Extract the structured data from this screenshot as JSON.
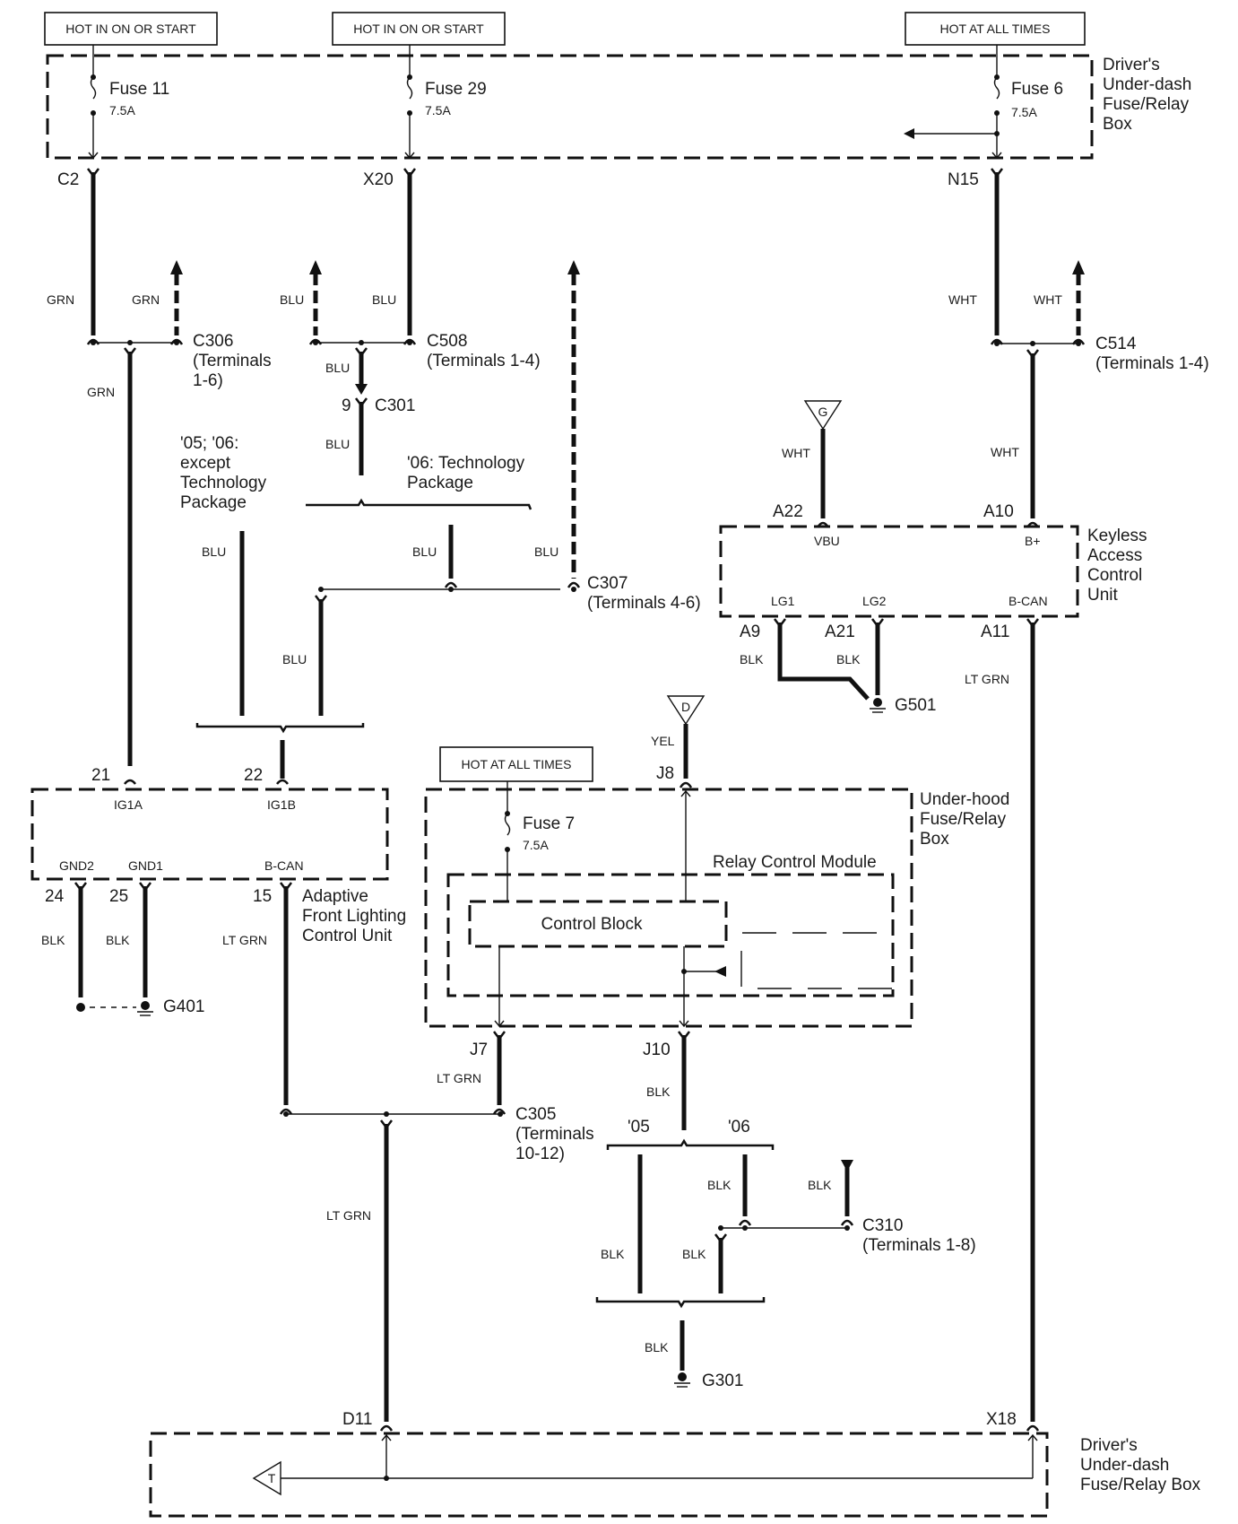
{
  "power_labels": {
    "hot_on_start_1": "HOT IN ON OR START",
    "hot_on_start_2": "HOT IN ON OR START",
    "hot_all_times_1": "HOT AT ALL TIMES",
    "hot_all_times_2": "HOT AT ALL TIMES"
  },
  "fuses": {
    "f11": {
      "name": "Fuse 11",
      "rating": "7.5A"
    },
    "f29": {
      "name": "Fuse 29",
      "rating": "7.5A"
    },
    "f6": {
      "name": "Fuse 6",
      "rating": "7.5A"
    },
    "f7": {
      "name": "Fuse 7",
      "rating": "7.5A"
    }
  },
  "components": {
    "driver_box_top": [
      "Driver's",
      "Under-dash",
      "Fuse/Relay",
      "Box"
    ],
    "driver_box_bottom": [
      "Driver's",
      "Under-dash",
      "Fuse/Relay Box"
    ],
    "keyless": [
      "Keyless",
      "Access",
      "Control",
      "Unit"
    ],
    "afl": [
      "Adaptive",
      "Front Lighting",
      "Control Unit"
    ],
    "underhood": [
      "Under-hood",
      "Fuse/Relay",
      "Box"
    ],
    "relay_module": "Relay Control Module",
    "control_block": "Control Block"
  },
  "terminals": {
    "C2": "C2",
    "X20": "X20",
    "N15": "N15",
    "A22": "A22",
    "A10": "A10",
    "A9": "A9",
    "A21": "A21",
    "A11": "A11",
    "t21": "21",
    "t22": "22",
    "t24": "24",
    "t25": "25",
    "t15": "15",
    "J8": "J8",
    "J7": "J7",
    "J10": "J10",
    "D11": "D11",
    "X18": "X18",
    "t9": "9"
  },
  "pins": {
    "VBU": "VBU",
    "Bplus": "B+",
    "LG1": "LG1",
    "LG2": "LG2",
    "BCAN_k": "B-CAN",
    "IG1A": "IG1A",
    "IG1B": "IG1B",
    "GND2": "GND2",
    "GND1": "GND1",
    "BCAN_a": "B-CAN"
  },
  "connectors": {
    "C306": {
      "name": "C306",
      "terms": [
        "(Terminals",
        "1-6)"
      ]
    },
    "C508": {
      "name": "C508",
      "terms": [
        "(Terminals 1-4)"
      ]
    },
    "C301": {
      "name": "C301"
    },
    "C514": {
      "name": "C514",
      "terms": [
        "(Terminals 1-4)"
      ]
    },
    "C307": {
      "name": "C307",
      "terms": [
        "(Terminals 4-6)"
      ]
    },
    "C305": {
      "name": "C305",
      "terms": [
        "(Terminals",
        "10-12)"
      ]
    },
    "C310": {
      "name": "C310",
      "terms": [
        "(Terminals 1-8)"
      ]
    }
  },
  "grounds": {
    "G501": "G501",
    "G401": "G401",
    "G301": "G301"
  },
  "refs": {
    "G": "G",
    "D": "D",
    "T": "T"
  },
  "variants": {
    "except_tech": [
      "'05; '06:",
      "except",
      "Technology",
      "Package"
    ],
    "tech": [
      "'06: Technology",
      "Package"
    ],
    "y05": "'05",
    "y06": "'06"
  },
  "wire_colors": {
    "grn": "GRN",
    "blu": "BLU",
    "wht": "WHT",
    "blk": "BLK",
    "ltgrn": "LT GRN",
    "yel": "YEL"
  }
}
